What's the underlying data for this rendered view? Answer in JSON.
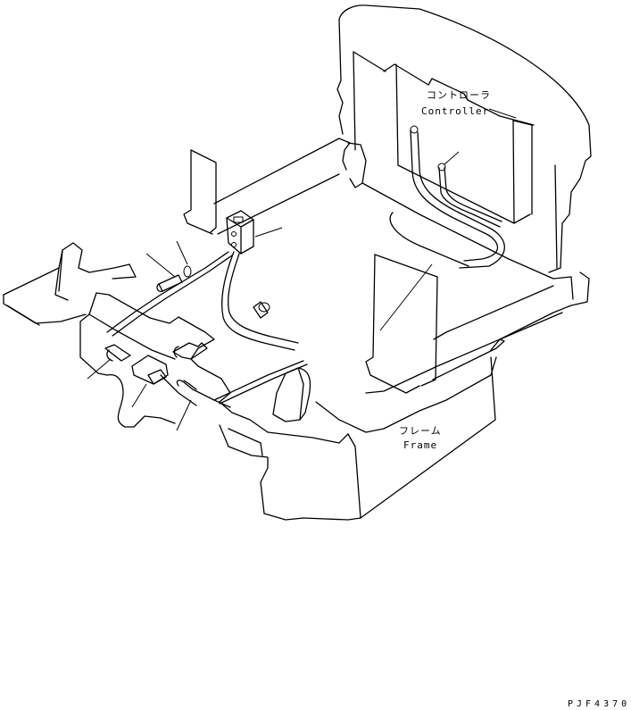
{
  "labels": {
    "controller_jp": "コントローラ",
    "controller_en": "Controller",
    "frame_jp": "フレーム",
    "frame_en": "Frame"
  },
  "drawing_code": "PJF4370"
}
